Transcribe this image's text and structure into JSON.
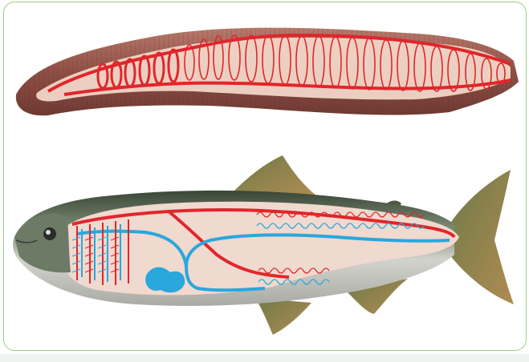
{
  "figure": {
    "panels": [
      "worm-circulatory-system",
      "fish-circulatory-system"
    ],
    "colors": {
      "frame_border": "#9ccc7a",
      "artery": "#e0262b",
      "vein": "#2aa7dc",
      "worm_skin": "#9b5a4e",
      "worm_body_cavity": "#f1d6c8",
      "fish_back": "#3e4a3a",
      "fish_belly": "#c9c9c4",
      "fish_cavity": "#f0d9cf",
      "fin": "#8a7a45"
    },
    "icons": {
      "worm": "earthworm-cross-section",
      "fish": "fish-cross-section",
      "heart": "fish-heart-icon"
    }
  }
}
